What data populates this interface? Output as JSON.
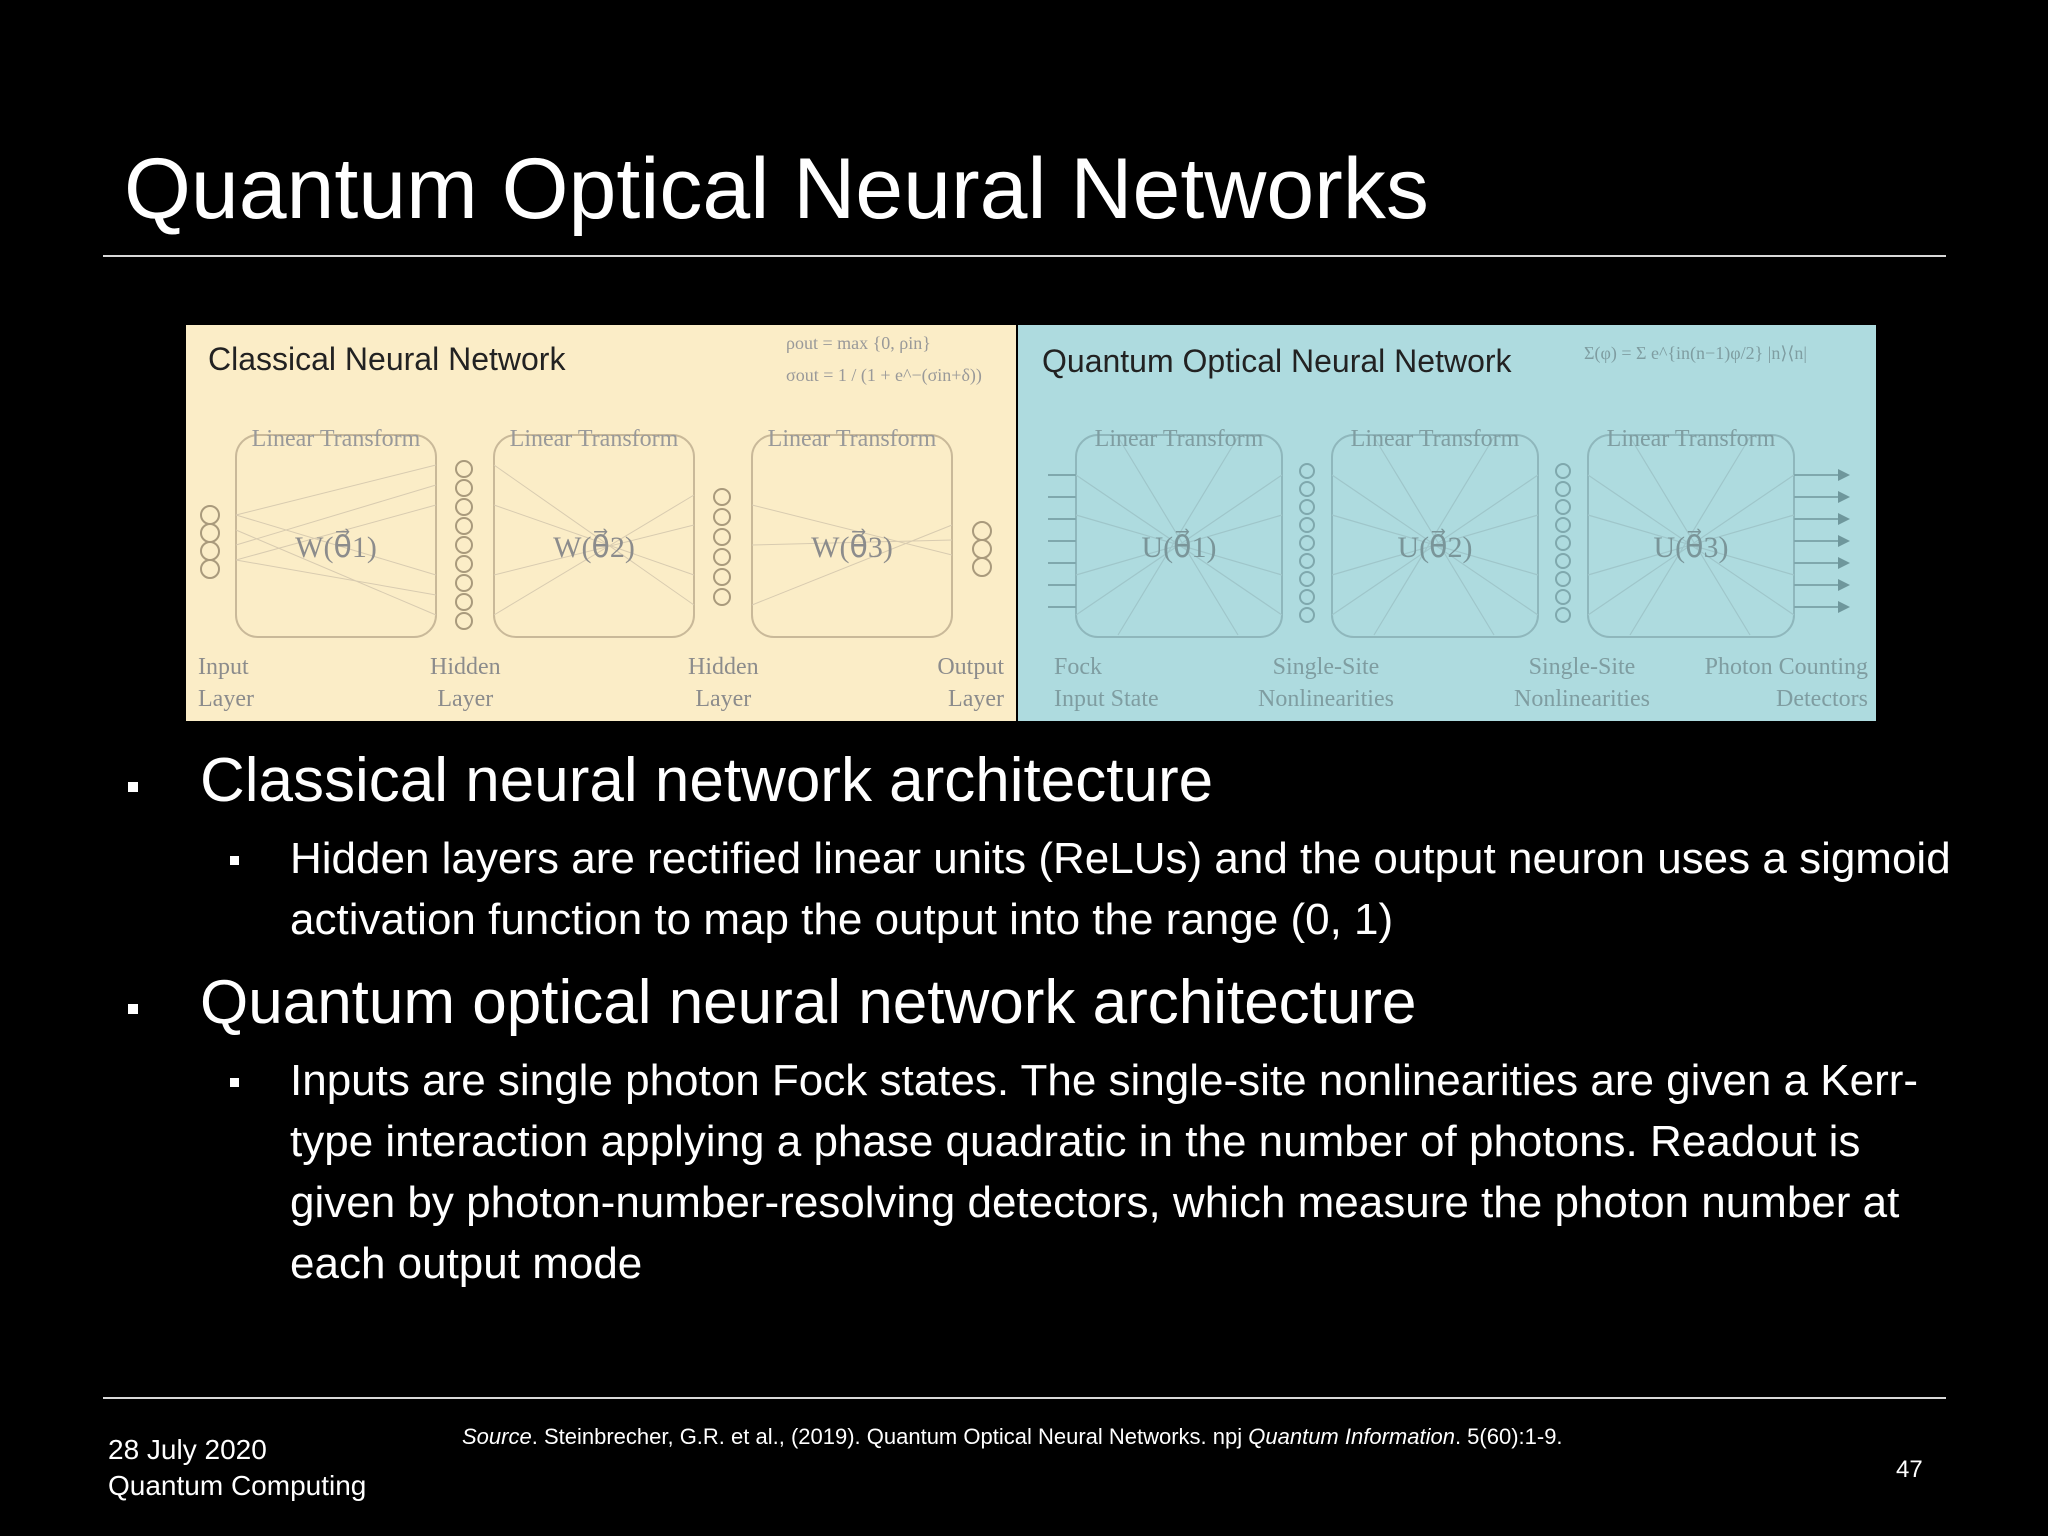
{
  "slide": {
    "title": "Quantum Optical Neural Networks",
    "figure": {
      "classical": {
        "title": "Classical Neural Network",
        "eq_line1": "ρout = max {0, ρin}",
        "eq_line2": "σout = 1 / (1 + e^−(σin+δ))",
        "transforms": [
          "Linear Transform",
          "Linear Transform",
          "Linear Transform"
        ],
        "matrices": [
          "W(θ⃗1)",
          "W(θ⃗2)",
          "W(θ⃗3)"
        ],
        "layers": [
          {
            "line1": "Input",
            "line2": "Layer"
          },
          {
            "line1": "Hidden",
            "line2": "Layer"
          },
          {
            "line1": "Hidden",
            "line2": "Layer"
          },
          {
            "line1": "Output",
            "line2": "Layer"
          }
        ]
      },
      "quantum": {
        "title": "Quantum Optical Neural Network",
        "eq": "Σ(φ) = Σ e^{in(n−1)φ/2} |n⟩⟨n|",
        "transforms": [
          "Linear Transform",
          "Linear Transform",
          "Linear Transform"
        ],
        "matrices": [
          "U(θ⃗1)",
          "U(θ⃗2)",
          "U(θ⃗3)"
        ],
        "layers": [
          {
            "line1": "Fock",
            "line2": "Input State"
          },
          {
            "line1": "Single-Site",
            "line2": "Nonlinearities"
          },
          {
            "line1": "Single-Site",
            "line2": "Nonlinearities"
          },
          {
            "line1": "Photon Counting",
            "line2": "Detectors"
          }
        ]
      }
    },
    "bullets": [
      {
        "text": "Classical neural network architecture",
        "sub": [
          "Hidden layers are rectified linear units (ReLUs) and the output neuron uses a sigmoid activation function to map the output into the range (0, 1)"
        ]
      },
      {
        "text": "Quantum optical neural network architecture",
        "sub": [
          "Inputs are single photon Fock states. The single-site nonlinearities are given a Kerr-type interaction applying a phase quadratic in the number of photons. Readout is given by photon-number-resolving detectors, which measure the photon number at each output mode"
        ]
      }
    ],
    "footer": {
      "date": "28 July 2020",
      "course": "Quantum Computing",
      "source_label": "Source",
      "source_text": ". Steinbrecher, G.R. et al., (2019). Quantum Optical Neural Networks. npj ",
      "source_journal": "Quantum Information",
      "source_tail": ". 5(60):1-9.",
      "page": "47"
    },
    "colors": {
      "background": "#000000",
      "classical_panel": "#fbedc7",
      "quantum_panel": "#aedbdf"
    }
  }
}
